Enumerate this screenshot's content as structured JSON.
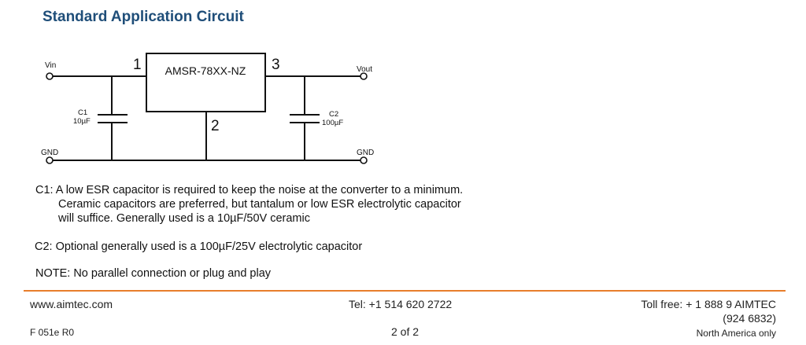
{
  "title": "Standard Application Circuit",
  "circuit": {
    "part": "AMSR-78XX-NZ",
    "pin_in": "1",
    "pin_gnd": "2",
    "pin_out": "3",
    "vin": "Vin",
    "vout": "Vout",
    "gnd_left": "GND",
    "gnd_right": "GND",
    "c1_name": "C1",
    "c1_value": "10µF",
    "c2_name": "C2",
    "c2_value": "100µF"
  },
  "notes": {
    "c1_line1": "C1: A low ESR capacitor is required to keep the noise at the converter to a minimum.",
    "c1_line2": "Ceramic capacitors are preferred, but tantalum or low ESR electrolytic capacitor",
    "c1_line3": "will suffice. Generally  used is a 10µF/50V ceramic",
    "c2": "C2: Optional generally used is a 100µF/25V electrolytic capacitor",
    "note": "NOTE: No parallel connection or plug and play"
  },
  "footer": {
    "website": "www.aimtec.com",
    "tel": "Tel: +1 514 620 2722",
    "tollfree_line1": "Toll free: + 1 888 9 AIMTEC",
    "tollfree_line2": "(924 6832)",
    "region": "North America only",
    "form_code": "F 051e R0",
    "page": "2 of 2"
  },
  "colors": {
    "title": "#1f4e79",
    "rule": "#e87e2b"
  }
}
